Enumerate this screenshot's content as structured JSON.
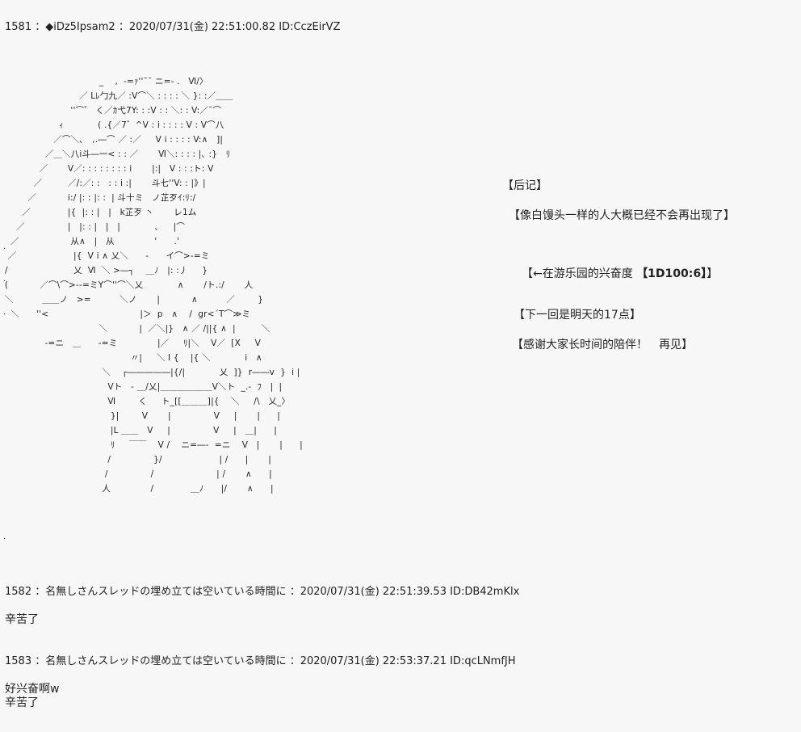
{
  "posts": [
    {
      "header": "1581 ：◆iDz5Ipsam2 ：2020/07/31(金) 22:51:00.82 ID:CczEirVZ",
      "aa": "                                 _    ,  -=ｧ''¯¯ ニ=- .   Ⅵ/〉\n                          ／ Lﾚ勹九／ :V⌒＼ : : : : ＼ }: :／＿＿\n                       ''⌒゛ く／ｶ弋7Y: : :V : : ＼: : V:／¯⌒\n                   ｨ            ( .{／7゛^V : i : : : : V : V⌒八\n                 ／⌒＼､   ,.―⌒ ／ :／     V i : : : : V:∧   ]|\n              ／＿＼八i斗―一< : : ／       Ⅵ＼: : : : |､ :}   ﾘ\n            ／       V／: : : : : : : : i       |:|   V : : :ト: V\n          ／         ／/:／: :   : : i :|       斗七''V: : |》|\n        ／           i:/ |: : |: :  | 斗十ミ   ノ芷歹ｲ:ﾘ:/\n      ／             |{  |: : |   |   k芷歹 丶       レ1ム\n    ／               |   |: : |   |   |            ､     |⌒\n  ／                  从∧   |   从              '      .'\n ／                    |{  V i ∧ 乂＼      -      イ⌒>-=ミ\n/                       乂  Ⅵ  ＼ >―┐    ＿ﾉ   |: :丿     }\n(           ／⌒\\⌒>--=ミY⌒''⌒＼乂            ∧       /ト.:/       人\n＼          ＿＿ノ   >=          ＼ノ       |           ∧          ／        }\n  ＼      ''<                                |＞  p   ∧    /  gr<´T⌒≫ミ\n                                 ＼           |  ／＼|}   ∧ ／ /||{ ∧  |         ＼\n              -=ニ   ＿      -=ミ              |／     ﾘ|＼    V／  [X     V\n                                            〃|     ＼ I {    |{ ＼            i   ∧\n                                  ＼    ┌―――――|{/|            乂  ]}  r――v  }  i |\n                                    Vト   - ＿/乂|＿＿＿＿＿＿V＼ト  _.-  ﾌ   |  |\n                                    Ⅵ        く     ト_[[＿＿＿]|{    ＼     /\\   乂_〉\n                                     }|        V       |               V     |       |      |\n                                     |L ＿＿   V     |               V     |   ＿|      |\n                                     ﾘ     ￣￣    V /    ニ=―-  =ニ    V   |       |      |\n                                    /               }/                    | /      |       |\n                                   /               /                      | /       ∧      |\n                                  人              /             ＿ﾉ      |/       ∧      |"
    },
    {
      "header": "1582 ：名無しさんスレッドの埋め立ては空いている時間に ：2020/07/31(金) 22:51:39.53 ID:DB42mKlx",
      "body": "辛苦了"
    },
    {
      "header": "1583 ：名無しさんスレッドの埋め立ては空いている時間に ：2020/07/31(金) 22:53:37.21 ID:qcLNmfJH",
      "body": "好兴奋啊w\n辛苦了"
    }
  ],
  "side_notes": {
    "line1": "【后记】",
    "line2": "【像白馒头一样的人大概已经不会再出现了】",
    "line3_prefix": "【←在游乐园的兴奋度 ",
    "line3_bold": "【1D100:6】",
    "line3_suffix": "】",
    "line4": "【下一回是明天的17点】",
    "line5": "【感谢大家长时间的陪伴！　再见】"
  },
  "margin_dots": [
    ".",
    ".",
    ".",
    "."
  ]
}
